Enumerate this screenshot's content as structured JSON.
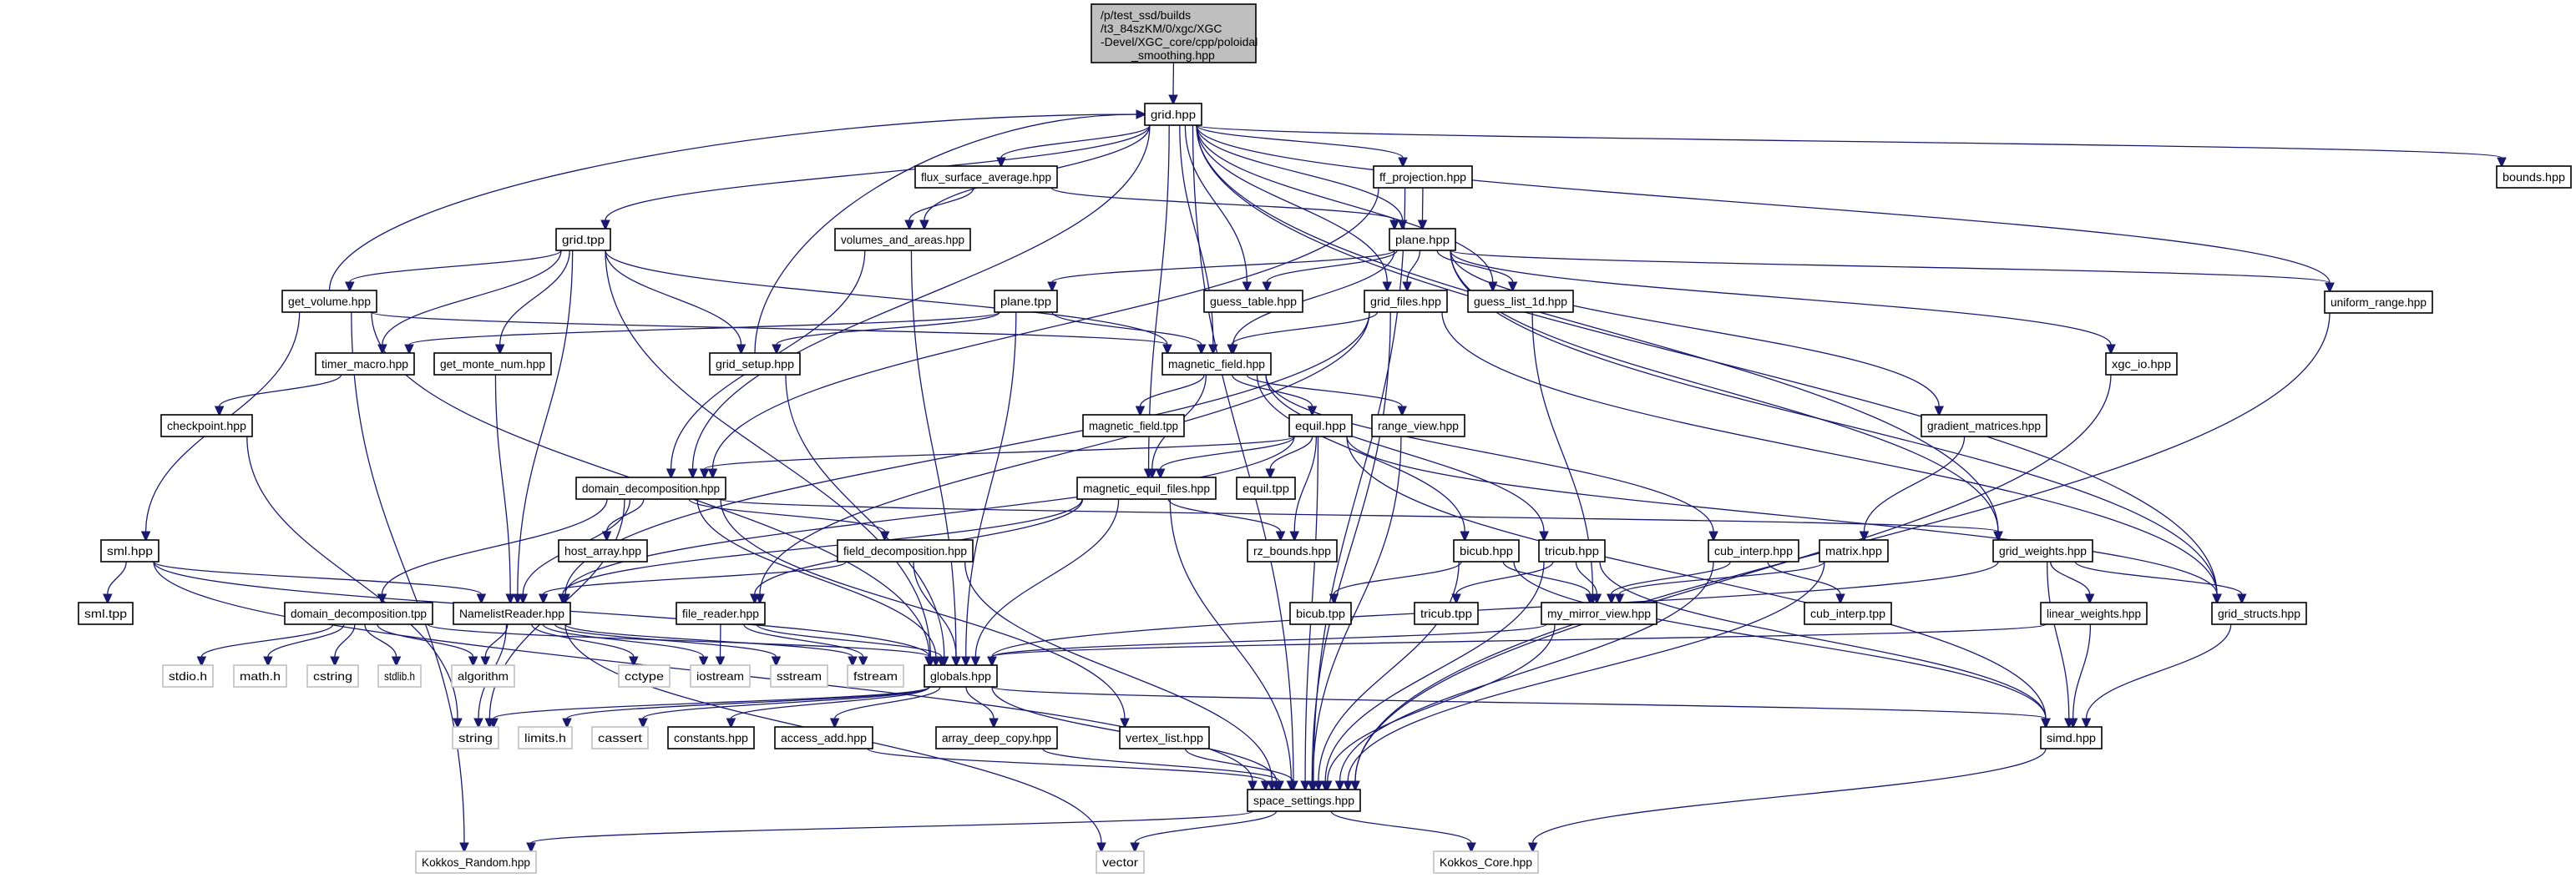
{
  "graph": {
    "title": "Include dependency graph for poloidal_smoothing.hpp",
    "edge_color": "#191970",
    "root": {
      "id": "root",
      "lines": [
        "/p/test_ssd/builds",
        "/t3_84szKM/0/xgc/XGC",
        "-Devel/XGC_core/cpp/poloidal",
        "_smoothing.hpp"
      ]
    },
    "nodes": [
      {
        "id": "grid_hpp",
        "label": "grid.hpp",
        "kind": "local"
      },
      {
        "id": "bounds",
        "label": "bounds.hpp",
        "kind": "local"
      },
      {
        "id": "flux",
        "label": "flux_surface_average.hpp",
        "kind": "local"
      },
      {
        "id": "ffproj",
        "label": "ff_projection.hpp",
        "kind": "local"
      },
      {
        "id": "grid_tpp",
        "label": "grid.tpp",
        "kind": "local"
      },
      {
        "id": "vol_areas",
        "label": "volumes_and_areas.hpp",
        "kind": "local"
      },
      {
        "id": "plane_hpp",
        "label": "plane.hpp",
        "kind": "local"
      },
      {
        "id": "get_volume",
        "label": "get_volume.hpp",
        "kind": "local"
      },
      {
        "id": "plane_tpp",
        "label": "plane.tpp",
        "kind": "local"
      },
      {
        "id": "guess_table",
        "label": "guess_table.hpp",
        "kind": "local"
      },
      {
        "id": "grid_files",
        "label": "grid_files.hpp",
        "kind": "local"
      },
      {
        "id": "guess_list",
        "label": "guess_list_1d.hpp",
        "kind": "local"
      },
      {
        "id": "uniform_range",
        "label": "uniform_range.hpp",
        "kind": "local"
      },
      {
        "id": "timer_macro",
        "label": "timer_macro.hpp",
        "kind": "local"
      },
      {
        "id": "get_monte",
        "label": "get_monte_num.hpp",
        "kind": "local"
      },
      {
        "id": "grid_setup",
        "label": "grid_setup.hpp",
        "kind": "local"
      },
      {
        "id": "mag_field",
        "label": "magnetic_field.hpp",
        "kind": "local"
      },
      {
        "id": "xgc_io",
        "label": "xgc_io.hpp",
        "kind": "local"
      },
      {
        "id": "checkpoint",
        "label": "checkpoint.hpp",
        "kind": "local"
      },
      {
        "id": "mag_field_tpp",
        "label": "magnetic_field.tpp",
        "kind": "local"
      },
      {
        "id": "equil",
        "label": "equil.hpp",
        "kind": "local"
      },
      {
        "id": "range_view",
        "label": "range_view.hpp",
        "kind": "local"
      },
      {
        "id": "grad_mat",
        "label": "gradient_matrices.hpp",
        "kind": "local"
      },
      {
        "id": "dom_dec",
        "label": "domain_decomposition.hpp",
        "kind": "local"
      },
      {
        "id": "mag_eq_files",
        "label": "magnetic_equil_files.hpp",
        "kind": "local"
      },
      {
        "id": "equil_tpp",
        "label": "equil.tpp",
        "kind": "local"
      },
      {
        "id": "sml_hpp",
        "label": "sml.hpp",
        "kind": "local"
      },
      {
        "id": "host_array",
        "label": "host_array.hpp",
        "kind": "local"
      },
      {
        "id": "field_dec",
        "label": "field_decomposition.hpp",
        "kind": "local"
      },
      {
        "id": "rz_bounds",
        "label": "rz_bounds.hpp",
        "kind": "local"
      },
      {
        "id": "bicub",
        "label": "bicub.hpp",
        "kind": "local"
      },
      {
        "id": "tricub",
        "label": "tricub.hpp",
        "kind": "local"
      },
      {
        "id": "cub_interp",
        "label": "cub_interp.hpp",
        "kind": "local"
      },
      {
        "id": "matrix",
        "label": "matrix.hpp",
        "kind": "local"
      },
      {
        "id": "grid_weights",
        "label": "grid_weights.hpp",
        "kind": "local"
      },
      {
        "id": "sml_tpp",
        "label": "sml.tpp",
        "kind": "local"
      },
      {
        "id": "dom_dec_tpp",
        "label": "domain_decomposition.tpp",
        "kind": "local"
      },
      {
        "id": "namelist",
        "label": "NamelistReader.hpp",
        "kind": "local"
      },
      {
        "id": "file_reader",
        "label": "file_reader.hpp",
        "kind": "local"
      },
      {
        "id": "bicub_tpp",
        "label": "bicub.tpp",
        "kind": "local"
      },
      {
        "id": "tricub_tpp",
        "label": "tricub.tpp",
        "kind": "local"
      },
      {
        "id": "mirror_view",
        "label": "my_mirror_view.hpp",
        "kind": "local"
      },
      {
        "id": "cub_interp_tpp",
        "label": "cub_interp.tpp",
        "kind": "local"
      },
      {
        "id": "linear_weights",
        "label": "linear_weights.hpp",
        "kind": "local"
      },
      {
        "id": "grid_structs",
        "label": "grid_structs.hpp",
        "kind": "local"
      },
      {
        "id": "stdio",
        "label": "stdio.h",
        "kind": "system"
      },
      {
        "id": "math",
        "label": "math.h",
        "kind": "system"
      },
      {
        "id": "cstring",
        "label": "cstring",
        "kind": "system"
      },
      {
        "id": "stdlib",
        "label": "stdlib.h",
        "kind": "system"
      },
      {
        "id": "algorithm",
        "label": "algorithm",
        "kind": "system"
      },
      {
        "id": "cctype",
        "label": "cctype",
        "kind": "system"
      },
      {
        "id": "iostream",
        "label": "iostream",
        "kind": "system"
      },
      {
        "id": "sstream",
        "label": "sstream",
        "kind": "system"
      },
      {
        "id": "fstream",
        "label": "fstream",
        "kind": "system"
      },
      {
        "id": "globals",
        "label": "globals.hpp",
        "kind": "local"
      },
      {
        "id": "string",
        "label": "string",
        "kind": "system"
      },
      {
        "id": "limits",
        "label": "limits.h",
        "kind": "system"
      },
      {
        "id": "cassert",
        "label": "cassert",
        "kind": "system"
      },
      {
        "id": "constants",
        "label": "constants.hpp",
        "kind": "local"
      },
      {
        "id": "access_add",
        "label": "access_add.hpp",
        "kind": "local"
      },
      {
        "id": "array_deep_copy",
        "label": "array_deep_copy.hpp",
        "kind": "local"
      },
      {
        "id": "vertex_list",
        "label": "vertex_list.hpp",
        "kind": "local"
      },
      {
        "id": "simd",
        "label": "simd.hpp",
        "kind": "local"
      },
      {
        "id": "space_settings",
        "label": "space_settings.hpp",
        "kind": "local"
      },
      {
        "id": "kokkos_random",
        "label": "Kokkos_Random.hpp",
        "kind": "system"
      },
      {
        "id": "vector",
        "label": "vector",
        "kind": "system"
      },
      {
        "id": "kokkos_core",
        "label": "Kokkos_Core.hpp",
        "kind": "system"
      }
    ],
    "edges": [
      [
        "root",
        "grid_hpp"
      ],
      [
        "grid_hpp",
        "bounds"
      ],
      [
        "grid_hpp",
        "flux"
      ],
      [
        "grid_hpp",
        "ffproj"
      ],
      [
        "grid_hpp",
        "grid_tpp"
      ],
      [
        "grid_hpp",
        "vol_areas"
      ],
      [
        "grid_hpp",
        "plane_hpp"
      ],
      [
        "grid_hpp",
        "guess_table"
      ],
      [
        "grid_hpp",
        "grid_files"
      ],
      [
        "grid_hpp",
        "guess_list"
      ],
      [
        "grid_hpp",
        "uniform_range"
      ],
      [
        "grid_hpp",
        "mag_field"
      ],
      [
        "grid_hpp",
        "dom_dec"
      ],
      [
        "grid_hpp",
        "mag_eq_files"
      ],
      [
        "grid_hpp",
        "grid_weights"
      ],
      [
        "grid_hpp",
        "grid_structs"
      ],
      [
        "grid_hpp",
        "space_settings"
      ],
      [
        "get_volume",
        "grid_hpp"
      ],
      [
        "grid_setup",
        "grid_hpp"
      ],
      [
        "grid_tpp",
        "get_volume"
      ],
      [
        "grid_tpp",
        "timer_macro"
      ],
      [
        "grid_tpp",
        "get_monte"
      ],
      [
        "grid_tpp",
        "grid_setup"
      ],
      [
        "grid_tpp",
        "mag_field"
      ],
      [
        "grid_tpp",
        "globals"
      ],
      [
        "grid_tpp",
        "namelist"
      ],
      [
        "get_volume",
        "mag_field"
      ],
      [
        "get_volume",
        "sml_hpp"
      ],
      [
        "get_volume",
        "kokkos_random"
      ],
      [
        "get_volume",
        "globals"
      ],
      [
        "flux",
        "vol_areas"
      ],
      [
        "flux",
        "plane_hpp"
      ],
      [
        "vol_areas",
        "dom_dec"
      ],
      [
        "vol_areas",
        "globals"
      ],
      [
        "ffproj",
        "plane_hpp"
      ],
      [
        "ffproj",
        "dom_dec"
      ],
      [
        "ffproj",
        "space_settings"
      ],
      [
        "plane_hpp",
        "plane_tpp"
      ],
      [
        "plane_hpp",
        "guess_table"
      ],
      [
        "plane_hpp",
        "grid_files"
      ],
      [
        "plane_hpp",
        "guess_list"
      ],
      [
        "plane_hpp",
        "mag_field"
      ],
      [
        "plane_hpp",
        "uniform_range"
      ],
      [
        "plane_hpp",
        "xgc_io"
      ],
      [
        "plane_hpp",
        "grad_mat"
      ],
      [
        "plane_hpp",
        "grid_weights"
      ],
      [
        "plane_hpp",
        "grid_structs"
      ],
      [
        "plane_tpp",
        "timer_macro"
      ],
      [
        "plane_tpp",
        "grid_setup"
      ],
      [
        "plane_tpp",
        "mag_field"
      ],
      [
        "plane_tpp",
        "globals"
      ],
      [
        "grid_files",
        "mag_field"
      ],
      [
        "grid_files",
        "namelist"
      ],
      [
        "grid_files",
        "file_reader"
      ],
      [
        "grid_files",
        "grid_structs"
      ],
      [
        "grid_files",
        "space_settings"
      ],
      [
        "guess_list",
        "mirror_view"
      ],
      [
        "timer_macro",
        "checkpoint"
      ],
      [
        "checkpoint",
        "string"
      ],
      [
        "get_monte",
        "namelist"
      ],
      [
        "grid_setup",
        "globals"
      ],
      [
        "mag_field",
        "mag_field_tpp"
      ],
      [
        "mag_field",
        "equil"
      ],
      [
        "mag_field",
        "range_view"
      ],
      [
        "mag_field",
        "mag_eq_files"
      ],
      [
        "mag_field",
        "bicub"
      ],
      [
        "mag_field",
        "tricub"
      ],
      [
        "mag_field",
        "cub_interp"
      ],
      [
        "xgc_io",
        "space_settings"
      ],
      [
        "equil",
        "dom_dec"
      ],
      [
        "equil",
        "equil_tpp"
      ],
      [
        "equil",
        "rz_bounds"
      ],
      [
        "equil",
        "mag_eq_files"
      ],
      [
        "equil",
        "namelist"
      ],
      [
        "equil",
        "grid_structs"
      ],
      [
        "equil",
        "space_settings"
      ],
      [
        "equil",
        "simd"
      ],
      [
        "range_view",
        "space_settings"
      ],
      [
        "grad_mat",
        "matrix"
      ],
      [
        "dom_dec",
        "host_array"
      ],
      [
        "dom_dec",
        "field_dec"
      ],
      [
        "dom_dec",
        "dom_dec_tpp"
      ],
      [
        "dom_dec",
        "namelist"
      ],
      [
        "dom_dec",
        "grid_weights"
      ],
      [
        "dom_dec",
        "vertex_list"
      ],
      [
        "dom_dec",
        "string"
      ],
      [
        "dom_dec",
        "globals"
      ],
      [
        "mag_eq_files",
        "rz_bounds"
      ],
      [
        "mag_eq_files",
        "namelist"
      ],
      [
        "mag_eq_files",
        "file_reader"
      ],
      [
        "mag_eq_files",
        "globals"
      ],
      [
        "mag_eq_files",
        "space_settings"
      ],
      [
        "field_dec",
        "namelist"
      ],
      [
        "field_dec",
        "globals"
      ],
      [
        "field_dec",
        "space_settings"
      ],
      [
        "bicub",
        "bicub_tpp"
      ],
      [
        "bicub",
        "mirror_view"
      ],
      [
        "bicub",
        "simd"
      ],
      [
        "bicub",
        "space_settings"
      ],
      [
        "tricub",
        "tricub_tpp"
      ],
      [
        "tricub",
        "mirror_view"
      ],
      [
        "tricub",
        "simd"
      ],
      [
        "tricub",
        "space_settings"
      ],
      [
        "cub_interp",
        "cub_interp_tpp"
      ],
      [
        "cub_interp",
        "mirror_view"
      ],
      [
        "cub_interp",
        "space_settings"
      ],
      [
        "matrix",
        "mirror_view"
      ],
      [
        "matrix",
        "space_settings"
      ],
      [
        "grid_weights",
        "linear_weights"
      ],
      [
        "grid_weights",
        "grid_structs"
      ],
      [
        "grid_weights",
        "globals"
      ],
      [
        "grid_weights",
        "simd"
      ],
      [
        "sml_hpp",
        "sml_tpp"
      ],
      [
        "sml_hpp",
        "namelist"
      ],
      [
        "sml_hpp",
        "globals"
      ],
      [
        "sml_hpp",
        "space_settings"
      ],
      [
        "dom_dec_tpp",
        "stdio"
      ],
      [
        "dom_dec_tpp",
        "math"
      ],
      [
        "dom_dec_tpp",
        "cstring"
      ],
      [
        "dom_dec_tpp",
        "stdlib"
      ],
      [
        "dom_dec_tpp",
        "algorithm"
      ],
      [
        "dom_dec_tpp",
        "globals"
      ],
      [
        "namelist",
        "algorithm"
      ],
      [
        "namelist",
        "cctype"
      ],
      [
        "namelist",
        "iostream"
      ],
      [
        "namelist",
        "sstream"
      ],
      [
        "namelist",
        "fstream"
      ],
      [
        "namelist",
        "string"
      ],
      [
        "namelist",
        "vector"
      ],
      [
        "file_reader",
        "iostream"
      ],
      [
        "file_reader",
        "fstream"
      ],
      [
        "file_reader",
        "globals"
      ],
      [
        "mirror_view",
        "globals"
      ],
      [
        "mirror_view",
        "space_settings"
      ],
      [
        "linear_weights",
        "globals"
      ],
      [
        "linear_weights",
        "simd"
      ],
      [
        "grid_structs",
        "simd"
      ],
      [
        "globals",
        "string"
      ],
      [
        "globals",
        "limits"
      ],
      [
        "globals",
        "cassert"
      ],
      [
        "globals",
        "constants"
      ],
      [
        "globals",
        "access_add"
      ],
      [
        "globals",
        "array_deep_copy"
      ],
      [
        "globals",
        "space_settings"
      ],
      [
        "globals",
        "simd"
      ],
      [
        "access_add",
        "space_settings"
      ],
      [
        "array_deep_copy",
        "space_settings"
      ],
      [
        "vertex_list",
        "space_settings"
      ],
      [
        "uniform_range",
        "space_settings"
      ],
      [
        "simd",
        "kokkos_core"
      ],
      [
        "space_settings",
        "vector"
      ],
      [
        "space_settings",
        "kokkos_core"
      ],
      [
        "space_settings",
        "kokkos_random"
      ]
    ]
  }
}
